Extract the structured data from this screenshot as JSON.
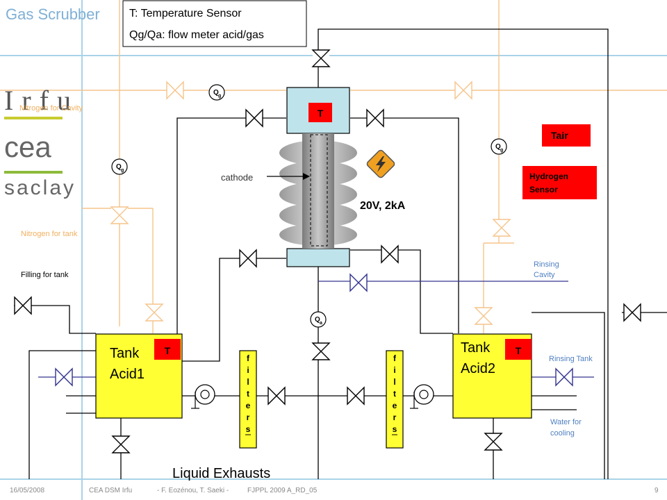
{
  "title": "Gas Scrubber",
  "legend": {
    "line1": "T: Temperature Sensor",
    "line2": "Qg/Qa: flow meter acid/gas"
  },
  "logo": {
    "line1": "Irfu",
    "line2": "cea",
    "line3": "saclay"
  },
  "labels": {
    "nitrogen_cavity": "Nitrogen for Cavity",
    "nitrogen_tank": "Nitrogen for tank",
    "filling_tank": "Filling for tank",
    "cathode": "cathode",
    "voltage": "20V, 2kA",
    "rinsing_cavity_1": "Rinsing",
    "rinsing_cavity_2": "Cavity",
    "rinsing_tank": "Rinsing Tank",
    "water_cooling_1": "Water for",
    "water_cooling_2": "cooling",
    "liquid_exhausts": "Liquid Exhausts"
  },
  "sensors": {
    "t": "T",
    "tair": "Tair",
    "hydrogen_1": "Hydrogen",
    "hydrogen_2": "Sensor"
  },
  "flowmeters": {
    "q": "Q",
    "gas_sub": "g",
    "acid_sub": "a"
  },
  "tanks": {
    "acid1_line1": "Tank",
    "acid1_line2": "Acid1",
    "acid2_line1": "Tank",
    "acid2_line2": "Acid2"
  },
  "filters": [
    "f",
    "i",
    "l",
    "t",
    "e",
    "r",
    "s"
  ],
  "footer": {
    "date": "16/05/2008",
    "org": "CEA DSM Irfu",
    "authors": "- F. Eozénou, T. Saeki -",
    "ref": "FJPPL 2009 A_RD_05",
    "page": "9"
  },
  "colors": {
    "orange_line": "#f5c48a",
    "blue_line": "#33338f",
    "title_blue": "#7fb0d6",
    "tank_fill": "#ffff33",
    "sensor_red": "#ff0000",
    "cavity_fill": "#bfe3ea"
  }
}
